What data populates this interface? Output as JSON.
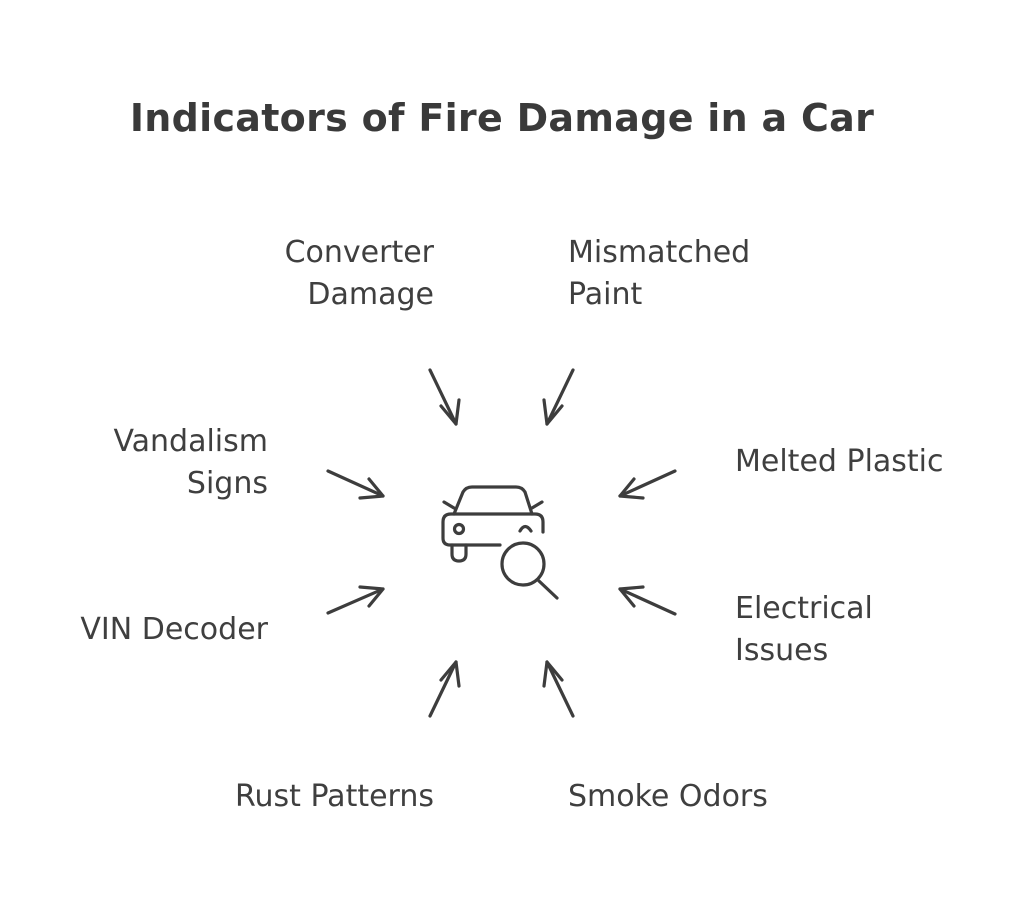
{
  "title": "Indicators of Fire Damage in a Car",
  "center_icon": "car-search-icon",
  "indicators": [
    {
      "id": "converter",
      "label": "Converter\nDamage"
    },
    {
      "id": "mismatched",
      "label": "Mismatched\nPaint"
    },
    {
      "id": "vandalism",
      "label": "Vandalism\nSigns"
    },
    {
      "id": "melted",
      "label": "Melted Plastic"
    },
    {
      "id": "vin",
      "label": "VIN Decoder"
    },
    {
      "id": "electrical",
      "label": "Electrical\nIssues"
    },
    {
      "id": "rust",
      "label": "Rust Patterns"
    },
    {
      "id": "smoke",
      "label": "Smoke Odors"
    }
  ],
  "colors": {
    "stroke": "#3d3d3d",
    "background": "#ffffff"
  }
}
